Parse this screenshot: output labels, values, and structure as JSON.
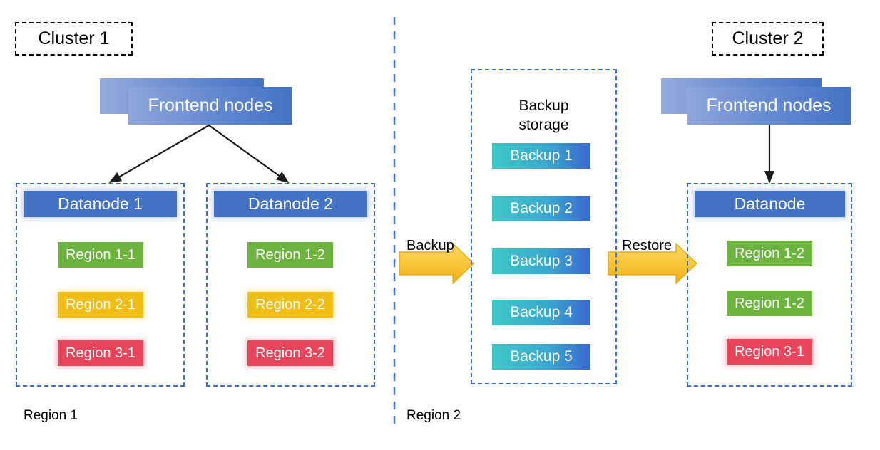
{
  "diagram": {
    "title_hidden": "",
    "colors": {
      "datanode_blue": "#4472c4",
      "dashed_blue": "#3b6fd4",
      "region_green": "#6cb33f",
      "region_yellow": "#f0bc16",
      "region_red": "#e8455c",
      "backup_gradient_start": "#3fc8c6",
      "backup_gradient_end": "#3a68cf",
      "arrow_yellow": "#f5c242",
      "frontend_gradient_start": "#95abdd",
      "frontend_gradient_end": "#4472c4",
      "connector_black": "#1a1a1a",
      "background": "#ffffff"
    }
  },
  "clusters": [
    {
      "label": "Cluster 1"
    },
    {
      "label": "Cluster 2"
    }
  ],
  "frontends": [
    {
      "label": "Frontend nodes"
    },
    {
      "label": "Frontend nodes"
    }
  ],
  "cluster1": {
    "datanodes": [
      {
        "title": "Datanode 1",
        "regions": [
          {
            "label": "Region 1-1",
            "color": "green"
          },
          {
            "label": "Region 2-1",
            "color": "yellow"
          },
          {
            "label": "Region 3-1",
            "color": "red"
          }
        ]
      },
      {
        "title": "Datanode 2",
        "regions": [
          {
            "label": "Region 1-2",
            "color": "green"
          },
          {
            "label": "Region 2-2",
            "color": "yellow"
          },
          {
            "label": "Region 3-2",
            "color": "red"
          }
        ]
      }
    ]
  },
  "cluster2": {
    "datanodes": [
      {
        "title": "Datanode",
        "regions": [
          {
            "label": "Region 1-2",
            "color": "green"
          },
          {
            "label": "Region 1-2",
            "color": "green"
          },
          {
            "label": "Region 3-1",
            "color": "red"
          }
        ]
      }
    ]
  },
  "backup_storage": {
    "title": "Backup\nstorage",
    "items": [
      {
        "label": "Backup 1"
      },
      {
        "label": "Backup 2"
      },
      {
        "label": "Backup 3"
      },
      {
        "label": "Backup 4"
      },
      {
        "label": "Backup 5"
      }
    ]
  },
  "flow_arrows": [
    {
      "label": "Backup"
    },
    {
      "label": "Restore"
    }
  ],
  "region_labels": [
    {
      "label": "Region 1"
    },
    {
      "label": "Region 2"
    }
  ]
}
